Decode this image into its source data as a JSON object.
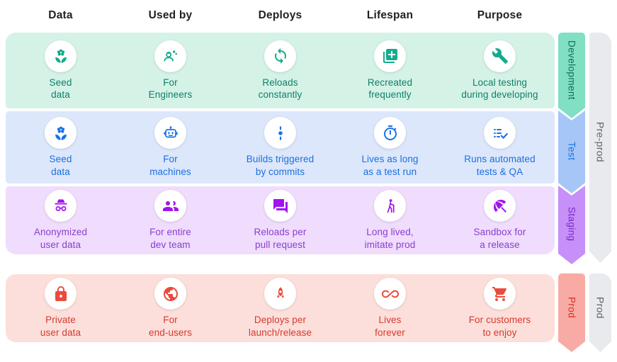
{
  "header": {
    "columns": [
      "Data",
      "Used by",
      "Deploys",
      "Lifespan",
      "Purpose"
    ]
  },
  "rows": [
    {
      "name": "Development",
      "bg": "#d5f2e7",
      "icon_color": "#16ab8c",
      "text_color": "#0e8067",
      "cells": [
        {
          "icon": "seedling-icon",
          "label": "Seed\ndata"
        },
        {
          "icon": "engineer-icon",
          "label": "For\nEngineers"
        },
        {
          "icon": "sync-icon",
          "label": "Reloads\nconstantly"
        },
        {
          "icon": "library-add-icon",
          "label": "Recreated\nfrequently"
        },
        {
          "icon": "wrench-icon",
          "label": "Local testing\nduring developing"
        }
      ]
    },
    {
      "name": "Test",
      "bg": "#dce7fb",
      "icon_color": "#1a73e8",
      "text_color": "#1a6fdf",
      "cells": [
        {
          "icon": "seedling-icon",
          "label": "Seed\ndata"
        },
        {
          "icon": "robot-icon",
          "label": "For\nmachines"
        },
        {
          "icon": "commit-icon",
          "label": "Builds triggered\nby commits"
        },
        {
          "icon": "stopwatch-icon",
          "label": "Lives as long\nas a test run"
        },
        {
          "icon": "checklist-icon",
          "label": "Runs automated\ntests & QA"
        }
      ]
    },
    {
      "name": "Staging",
      "bg": "#f0dcfc",
      "icon_color": "#a312f0",
      "text_color": "#8a3ed2",
      "cells": [
        {
          "icon": "incognito-icon",
          "label": "Anonymized\nuser data"
        },
        {
          "icon": "group-icon",
          "label": "For entire\ndev team"
        },
        {
          "icon": "forum-icon",
          "label": "Reloads per\npull request"
        },
        {
          "icon": "elderly-icon",
          "label": "Long lived,\nimitate prod"
        },
        {
          "icon": "beach-umbrella-icon",
          "label": "Sandbox for\na release"
        }
      ]
    },
    {
      "name": "Prod",
      "bg": "#fcdfda",
      "icon_color": "#eb4a3c",
      "text_color": "#d63a2e",
      "cells": [
        {
          "icon": "lock-icon",
          "label": "Private\nuser data"
        },
        {
          "icon": "globe-icon",
          "label": "For\nend-users"
        },
        {
          "icon": "rocket-icon",
          "label": "Deploys per\nlaunch/release"
        },
        {
          "icon": "infinity-icon",
          "label": "Lives\nforever"
        },
        {
          "icon": "cart-icon",
          "label": "For customers\nto enjoy"
        }
      ]
    }
  ],
  "stage_ribbons": [
    {
      "label": "Development",
      "fill": "#81dfc4",
      "text_color": "#0c6e57"
    },
    {
      "label": "Test",
      "fill": "#a6c6f7",
      "text_color": "#1a73e8"
    },
    {
      "label": "Staging",
      "fill": "#c78ff8",
      "text_color": "#7c28c9"
    },
    {
      "label": "Prod",
      "fill": "#f8aba4",
      "text_color": "#d32e24"
    }
  ],
  "phase_ribbons": [
    {
      "label": "Pre-prod",
      "fill": "#e8eaed",
      "text_color": "#5f6368"
    },
    {
      "label": "Prod",
      "fill": "#e8eaed",
      "text_color": "#5f6368"
    }
  ]
}
